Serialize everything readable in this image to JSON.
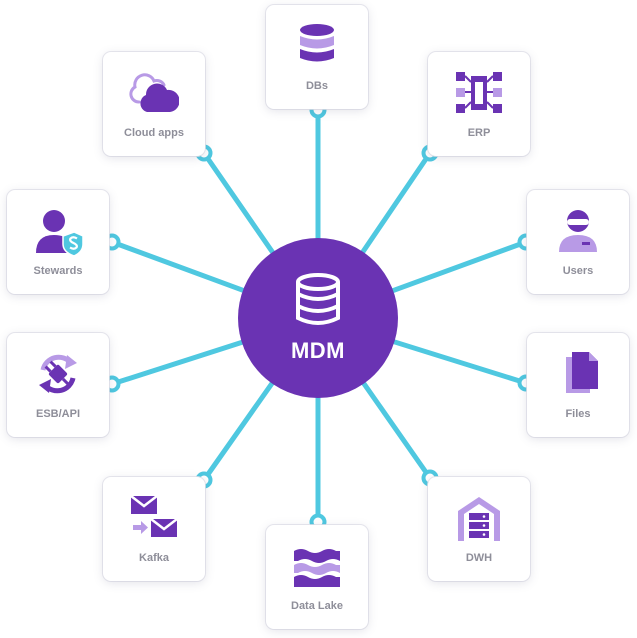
{
  "diagram": {
    "hub": {
      "label": "MDM",
      "icon": "database-icon"
    },
    "nodes": [
      {
        "id": "dbs",
        "label": "DBs",
        "icon": "database-icon"
      },
      {
        "id": "erp",
        "label": "ERP",
        "icon": "erp-modules-icon"
      },
      {
        "id": "users",
        "label": "Users",
        "icon": "user-icon"
      },
      {
        "id": "files",
        "label": "Files",
        "icon": "files-icon"
      },
      {
        "id": "dwh",
        "label": "DWH",
        "icon": "warehouse-icon"
      },
      {
        "id": "data-lake",
        "label": "Data Lake",
        "icon": "waves-icon"
      },
      {
        "id": "kafka",
        "label": "Kafka",
        "icon": "mail-transfer-icon"
      },
      {
        "id": "esb-api",
        "label": "ESB/API",
        "icon": "plug-sync-icon"
      },
      {
        "id": "stewards",
        "label": "Stewards",
        "icon": "user-shield-icon"
      },
      {
        "id": "cloud-apps",
        "label": "Cloud apps",
        "icon": "cloud-icon"
      }
    ],
    "colors": {
      "hub": "#6a33b3",
      "icon_primary": "#6a33b3",
      "icon_secondary": "#b89ae6",
      "connector": "#4fc8e0",
      "label": "#8e8e99"
    }
  }
}
